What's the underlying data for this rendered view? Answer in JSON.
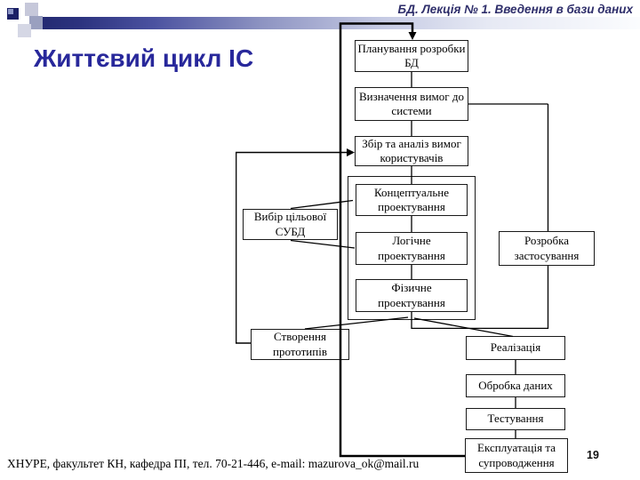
{
  "header": {
    "lecture_title": "БД. Лекція № 1. Введення в бази даних"
  },
  "slide": {
    "title": "Життєвий цикл ІС",
    "page_number": "19",
    "footer": "ХНУРЕ, факультет КН, кафедра ПІ, тел. 70-21-446, e-mail: mazurova_ok@mail.ru"
  },
  "diagram": {
    "boxes": [
      {
        "id": "db-planning",
        "label": "Планування розробки БД"
      },
      {
        "id": "system-requirements",
        "label": "Визначення вимог до системи"
      },
      {
        "id": "user-requirements",
        "label": "Збір та аналіз вимог користувачів"
      },
      {
        "id": "conceptual-design",
        "label": "Концептуальне проектування"
      },
      {
        "id": "logical-design",
        "label": "Логічне проектування"
      },
      {
        "id": "physical-design",
        "label": "Фізичне проектування"
      },
      {
        "id": "dbms-selection",
        "label": "Вибір цільової СУБД"
      },
      {
        "id": "app-development",
        "label": "Розробка застосування"
      },
      {
        "id": "prototyping",
        "label": "Створення прототипів"
      },
      {
        "id": "implementation",
        "label": "Реалізація"
      },
      {
        "id": "data-conversion",
        "label": "Обробка даних"
      },
      {
        "id": "testing",
        "label": "Тестування"
      },
      {
        "id": "operation-maintenance",
        "label": "Експлуатація та супроводження"
      }
    ],
    "connections": [
      {
        "from": "db-planning",
        "to": "system-requirements"
      },
      {
        "from": "system-requirements",
        "to": "user-requirements"
      },
      {
        "from": "user-requirements",
        "to": "conceptual-design"
      },
      {
        "from": "conceptual-design",
        "to": "logical-design"
      },
      {
        "from": "logical-design",
        "to": "physical-design"
      },
      {
        "from": "system-requirements",
        "to": "app-development"
      },
      {
        "from": "app-development",
        "to": "design-bottom-junction"
      },
      {
        "from": "dbms-selection",
        "to": "conceptual-design"
      },
      {
        "from": "dbms-selection",
        "to": "logical-design"
      },
      {
        "from": "physical-design",
        "to": "prototyping"
      },
      {
        "from": "physical-design",
        "to": "implementation"
      },
      {
        "from": "implementation",
        "to": "data-conversion"
      },
      {
        "from": "data-conversion",
        "to": "testing"
      },
      {
        "from": "testing",
        "to": "operation-maintenance"
      },
      {
        "from": "operation-maintenance",
        "to": "db-planning",
        "type": "feedback-arrow"
      },
      {
        "from": "prototyping",
        "to": "user-requirements",
        "type": "feedback-arrow"
      }
    ]
  },
  "colors": {
    "title_text": "#28289b",
    "header_text": "#2f2f6b",
    "bar_dark": "#22286f",
    "bar_light": "#fbfcfe",
    "box_border": "#1a1a1a",
    "line": "#000000"
  }
}
